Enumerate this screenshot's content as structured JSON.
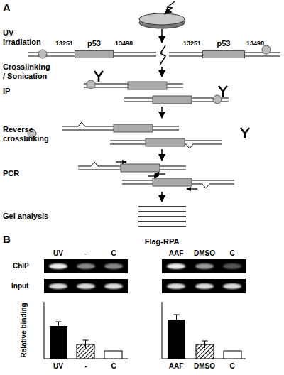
{
  "diagram": {
    "nodes": [
      {
        "text": [
          "p53"
        ]
      },
      {
        "text": [
          "p53"
        ]
      }
    ],
    "labels": [
      "A",
      "UV irradiation",
      "13251",
      "13498",
      "13251",
      "13498",
      "Crosslinking / Sonication",
      "IP",
      "Reverse crosslinking",
      "PCR",
      "Gel analysis",
      "B",
      "Flag-RPA",
      "UV",
      "-",
      "C",
      "AAF",
      "DMSO",
      "C",
      "ChIP",
      "Input",
      "Relative binding",
      "UV",
      "-",
      "C",
      "AAF",
      "DMSO",
      "C"
    ]
  }
}
